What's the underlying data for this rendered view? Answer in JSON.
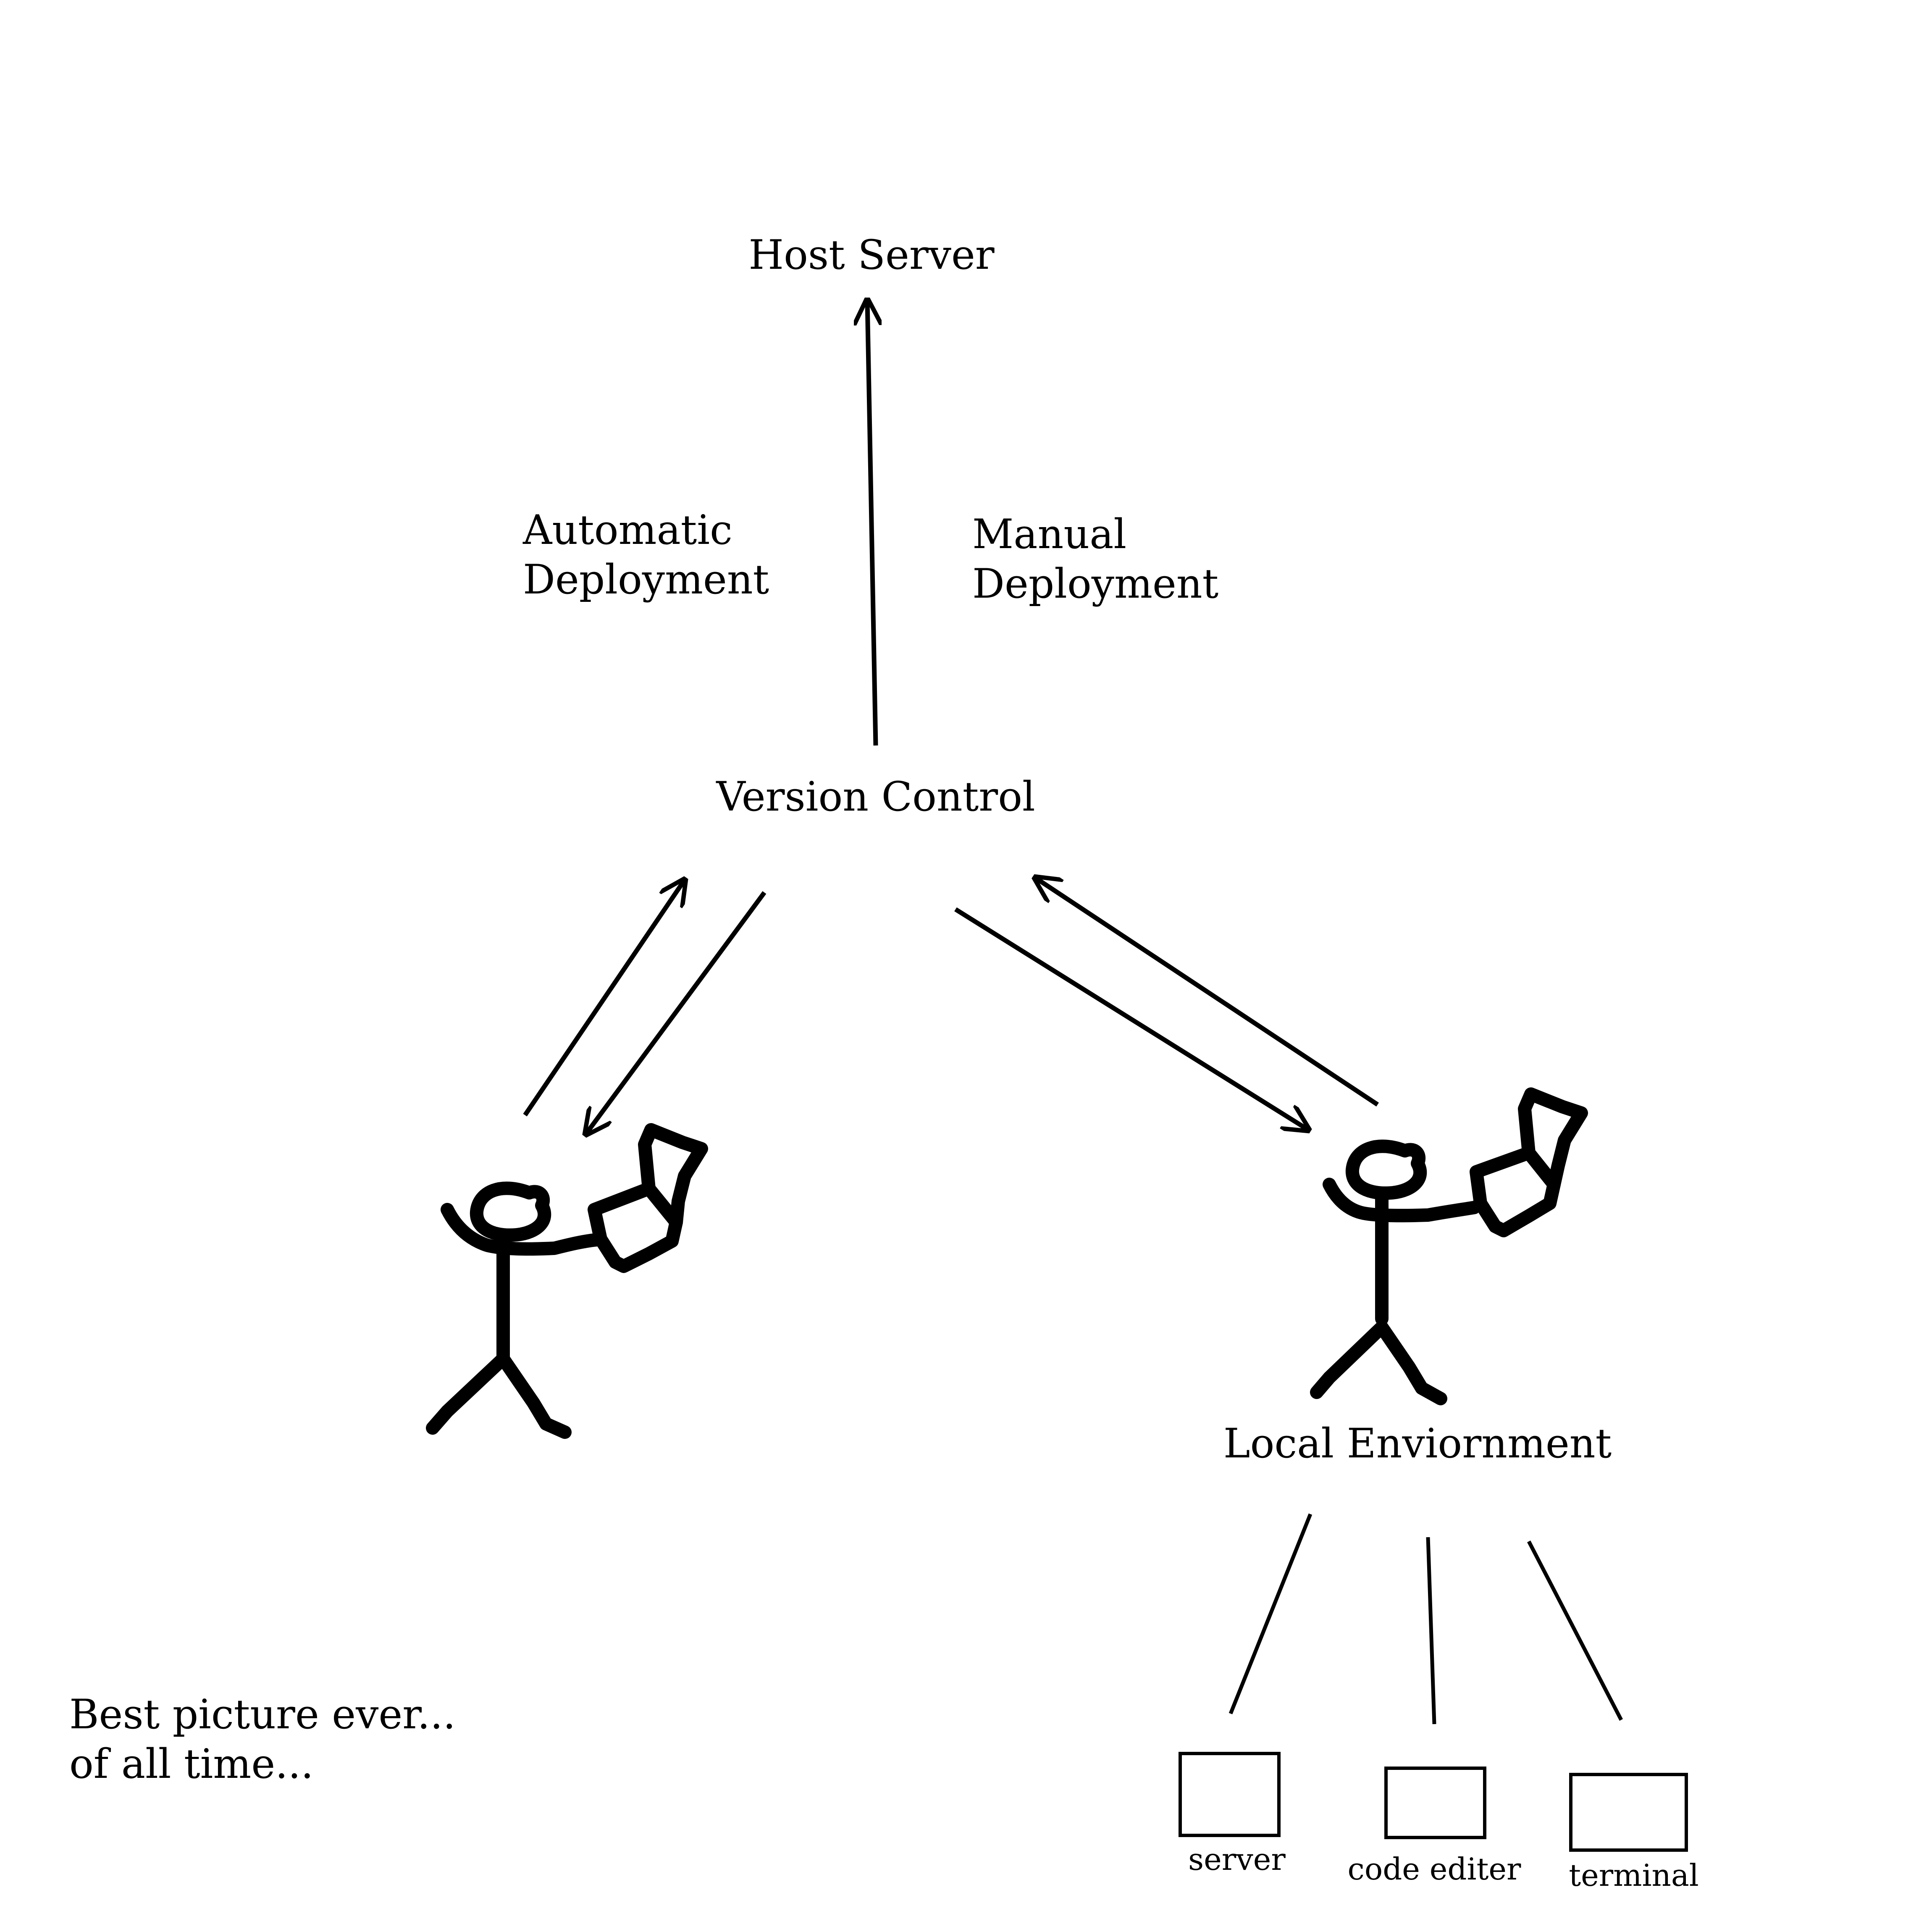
{
  "labels": {
    "host_server": "Host Server",
    "automatic_deployment": [
      "Automatic",
      "Deployment"
    ],
    "manual_deployment": [
      "Manual",
      "Deployment"
    ],
    "version_control": "Version Control",
    "local_environment": "Local Enviornment",
    "caption": [
      "Best picture ever...",
      "of all time..."
    ]
  },
  "tools": [
    {
      "label": "server"
    },
    {
      "label": "code editer"
    },
    {
      "label": "terminal"
    }
  ],
  "colors": {
    "ink": "#000000",
    "background": "#ffffff"
  }
}
